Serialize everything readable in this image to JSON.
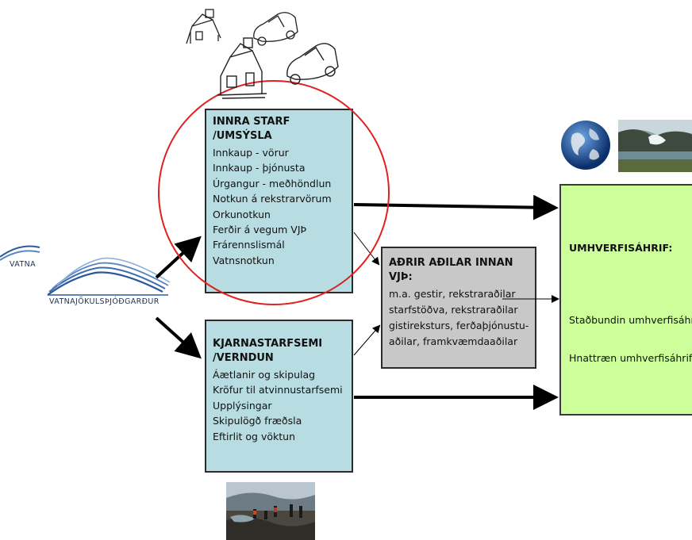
{
  "innra": {
    "title": "INNRA STARF /UMSÝSLA",
    "items": [
      "Innkaup - vörur",
      "Innkaup - þjónusta",
      "Úrgangur - meðhöndlun",
      "Notkun á rekstrarvörum",
      "Orkunotkun",
      "Ferðir á vegum VJÞ",
      "Frárennslismál",
      "Vatnsnotkun"
    ]
  },
  "kjarna": {
    "title": "KJARNASTARFSEMI /VERNDUN",
    "items": [
      "Áætlanir og skipulag",
      "Kröfur til atvinnustarfsemi",
      "Upplýsingar",
      "Skipulögð fræðsla",
      "Eftirlit og vöktun"
    ]
  },
  "adrir": {
    "title": "AÐRIR AÐILAR INNAN VJÞ:",
    "items": [
      "m.a. gestir, rekstraraðilar",
      "starfstöðva, rekstraraðilar",
      "gistireksturs, ferðaþjónustu-",
      "aðilar, framkvæmdaaðilar"
    ]
  },
  "umhverfi": {
    "title": "UMHVERFISÁHRIF:",
    "item1": "Staðbundin umhverfisáhrif",
    "item2": "Hnattræn umhverfisáhrif"
  },
  "logo": {
    "text": "VATNAJÖKULSÞJÓÐGARÐUR",
    "partial_text": "VATNA"
  },
  "colors": {
    "teal_box": "#b7dde3",
    "grey_box": "#c8c8c8",
    "green_box": "#ccff99",
    "highlight_ellipse": "#e02020",
    "logo_blue": "#2a5a9a"
  },
  "icons": [
    "house-icon",
    "car-icon",
    "earth-globe-image",
    "glacier-photo",
    "hikers-photo",
    "vatnajokull-logo"
  ]
}
